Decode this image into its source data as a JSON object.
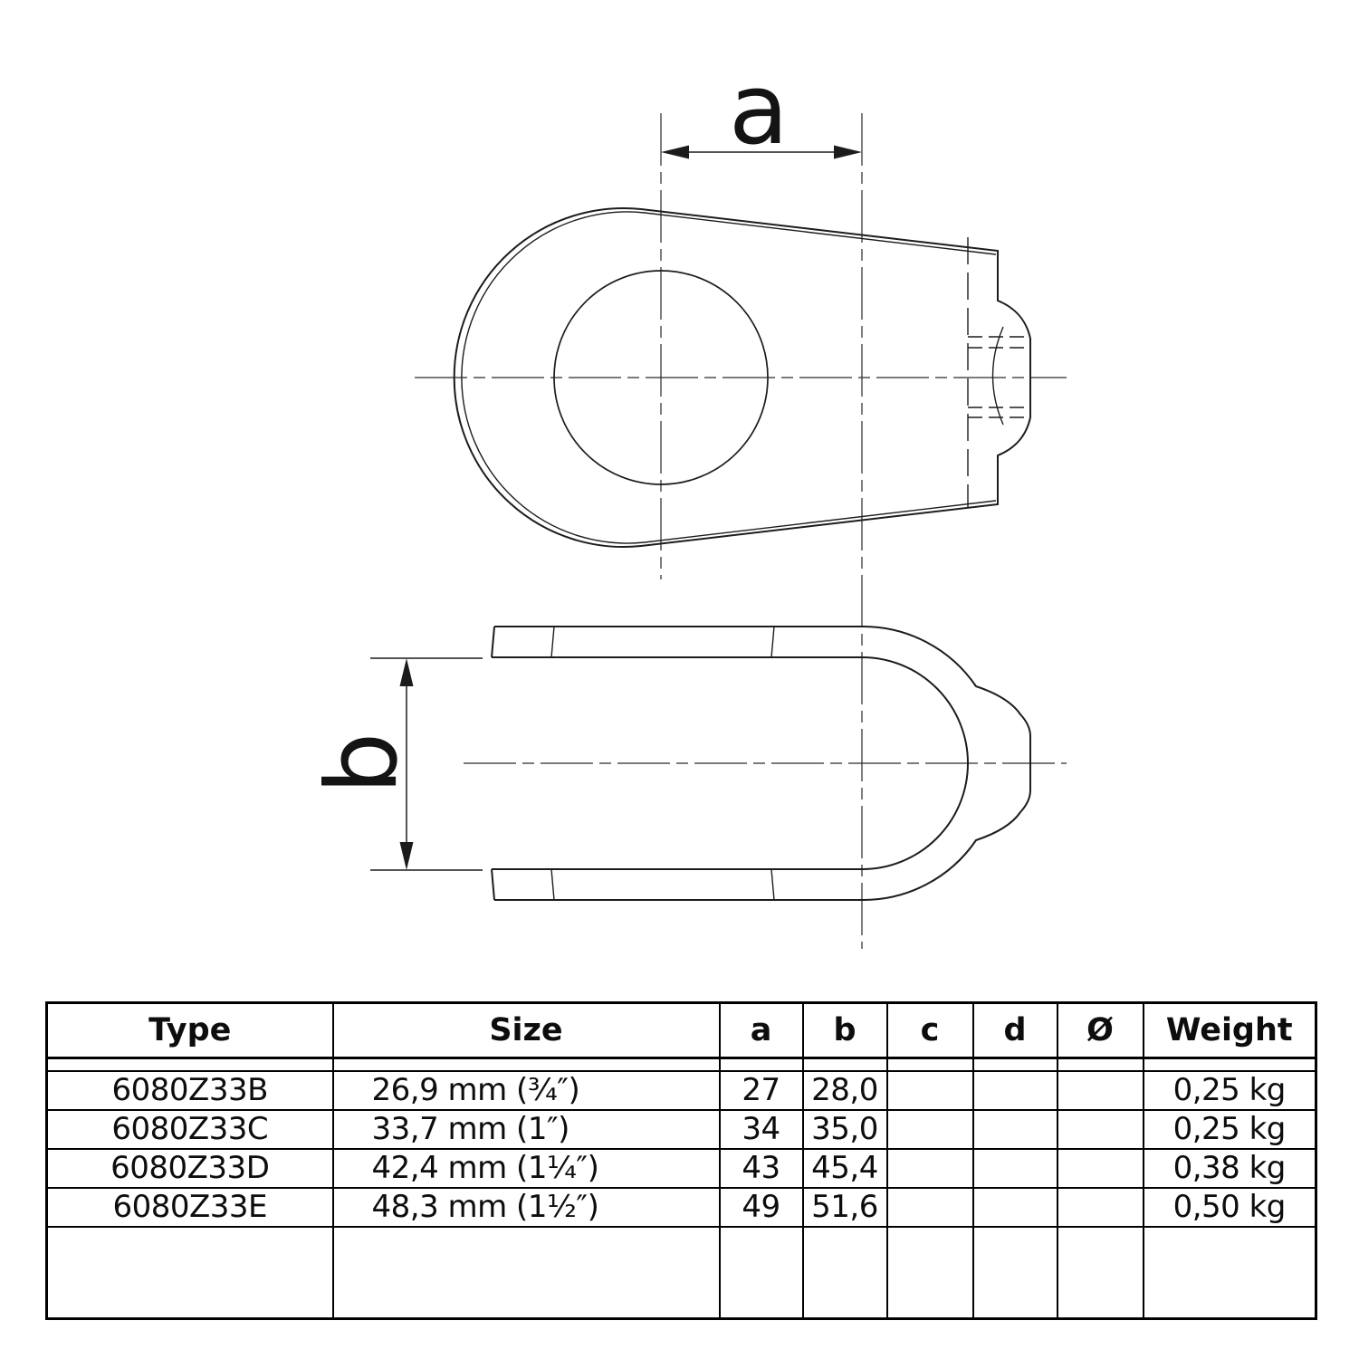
{
  "drawing": {
    "dim_a_label": "a",
    "dim_b_label": "b",
    "line_color": "#1c1c1c",
    "background": "#ffffff"
  },
  "table": {
    "headers": [
      "Type",
      "Size",
      "a",
      "b",
      "c",
      "d",
      "Ø",
      "Weight"
    ],
    "rows": [
      {
        "type": "6080Z33B",
        "size": "26,9 mm (¾″)",
        "a": "27",
        "b": "28,0",
        "c": "",
        "d": "",
        "diameter": "",
        "weight": "0,25 kg"
      },
      {
        "type": "6080Z33C",
        "size": "33,7 mm (1″)",
        "a": "34",
        "b": "35,0",
        "c": "",
        "d": "",
        "diameter": "",
        "weight": "0,25 kg"
      },
      {
        "type": "6080Z33D",
        "size": "42,4 mm (1¼″)",
        "a": "43",
        "b": "45,4",
        "c": "",
        "d": "",
        "diameter": "",
        "weight": "0,38 kg"
      },
      {
        "type": "6080Z33E",
        "size": "48,3 mm (1½″)",
        "a": "49",
        "b": "51,6",
        "c": "",
        "d": "",
        "diameter": "",
        "weight": "0,50 kg"
      }
    ]
  }
}
